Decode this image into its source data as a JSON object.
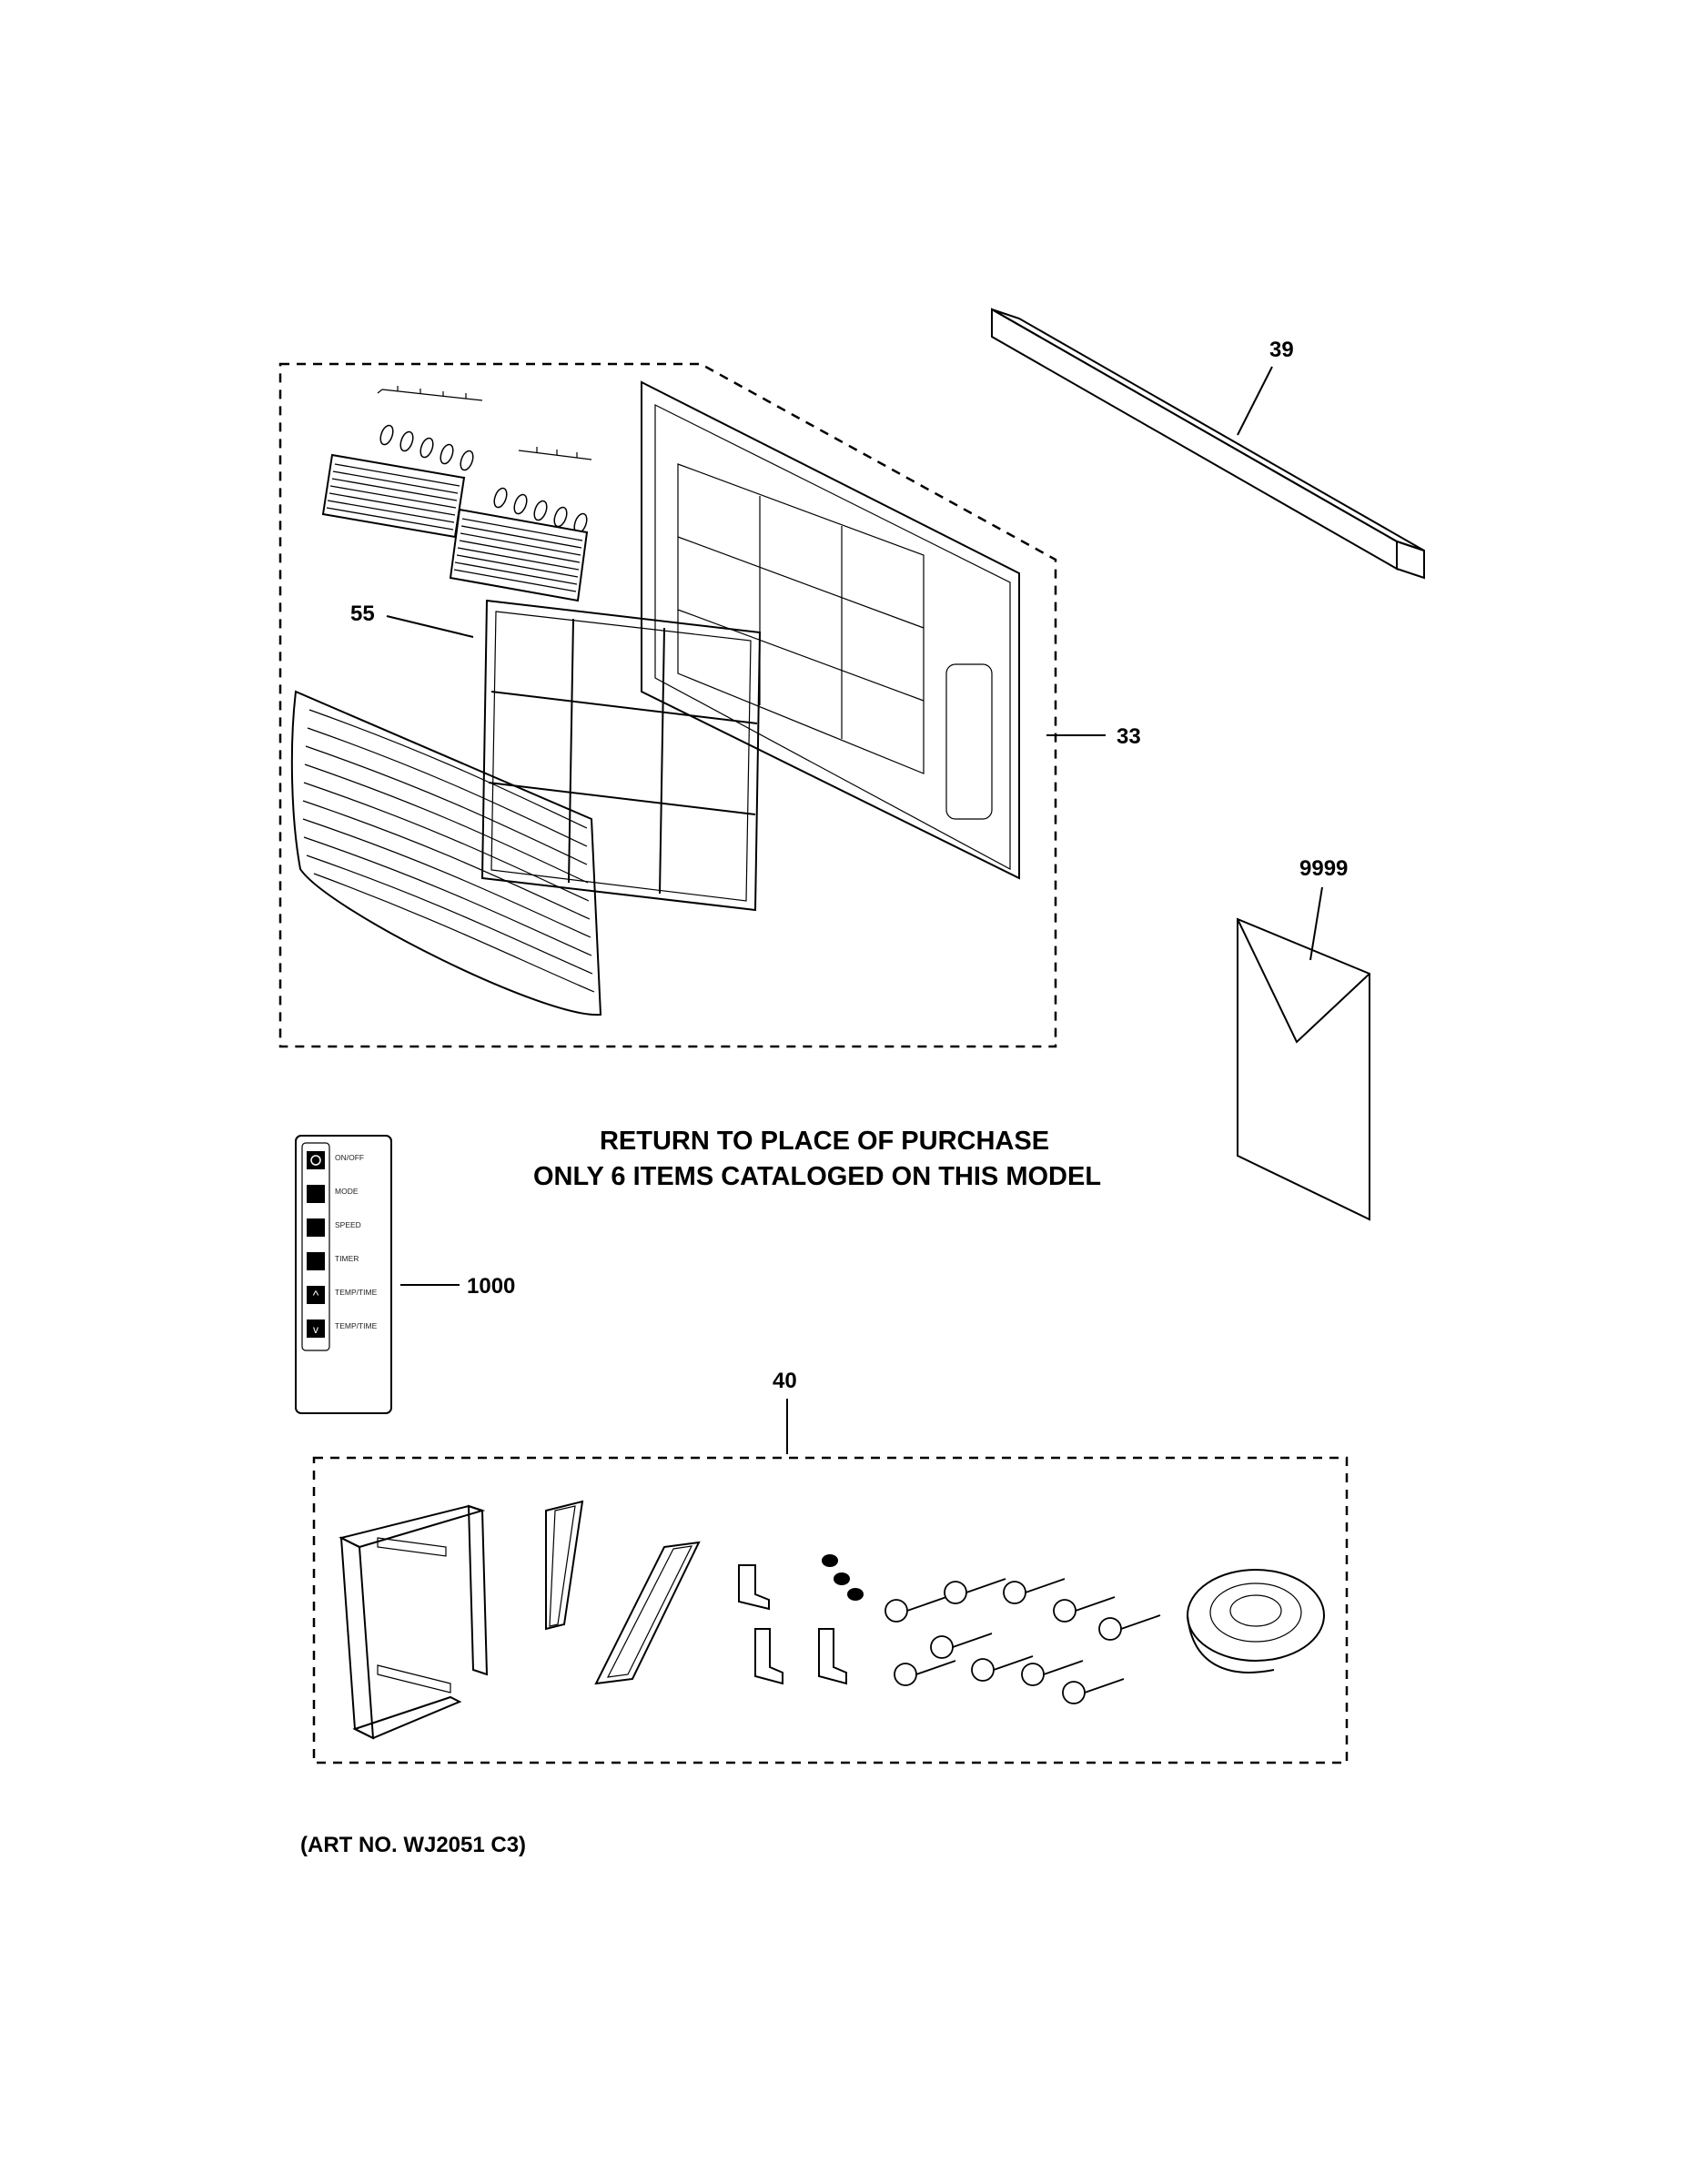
{
  "part_labels": {
    "p39": "39",
    "p55": "55",
    "p33": "33",
    "p9999": "9999",
    "p1000": "1000",
    "p40": "40"
  },
  "notice": {
    "line1": "RETURN TO PLACE OF PURCHASE",
    "line2": "ONLY 6 ITEMS CATALOGED ON THIS MODEL"
  },
  "remote_buttons": [
    "ON/OFF",
    "MODE",
    "SPEED",
    "TIMER",
    "TEMP/TIME",
    "TEMP/TIME"
  ],
  "art_number": "(ART NO. WJ2051 C3)"
}
